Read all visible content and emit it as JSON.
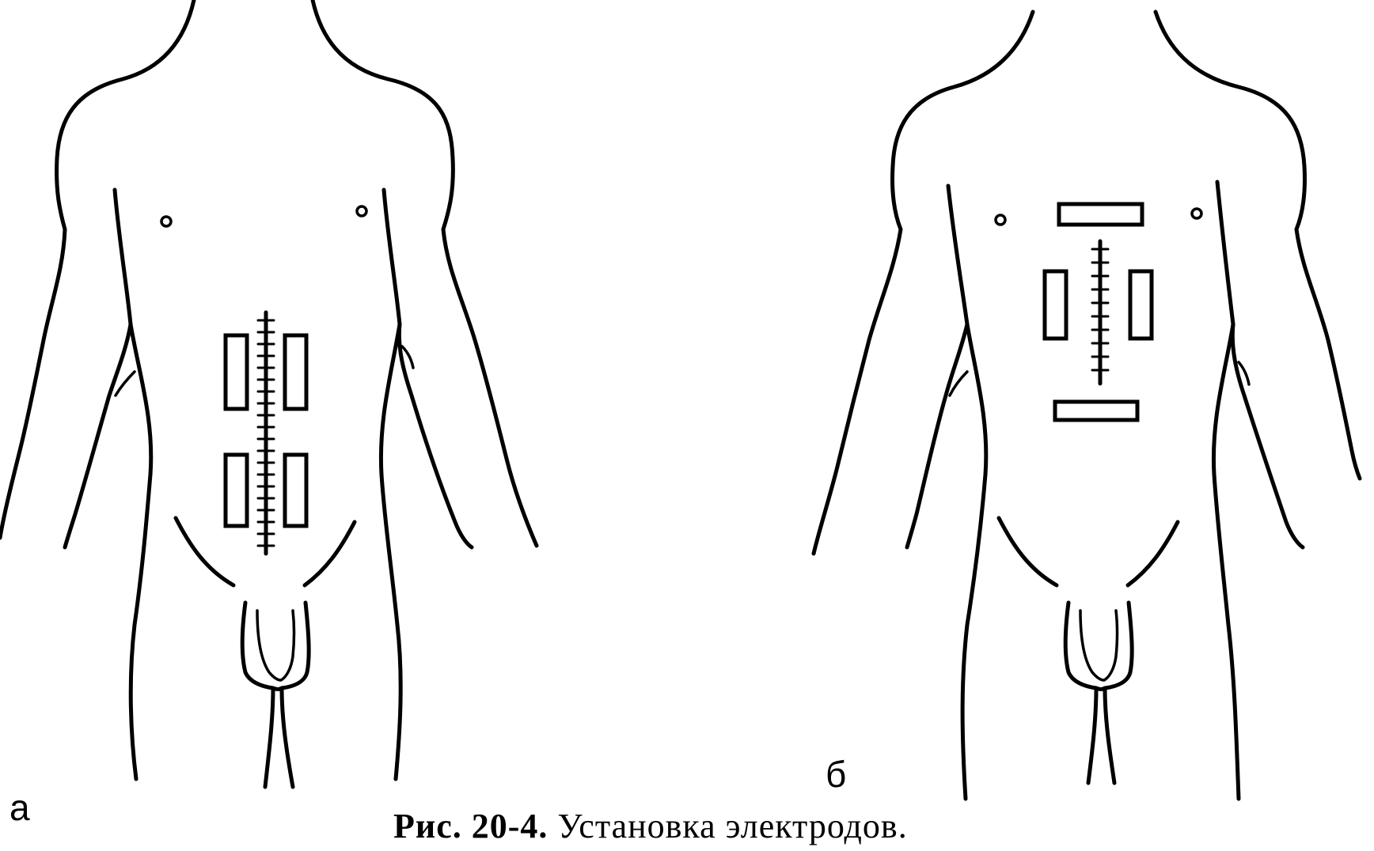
{
  "panels": [
    {
      "label": "а"
    },
    {
      "label": "б"
    }
  ],
  "caption": {
    "number": "Рис. 20-4.",
    "text": "Установка электродов."
  },
  "colors": {
    "ink": "#000000",
    "background": "#ffffff"
  }
}
